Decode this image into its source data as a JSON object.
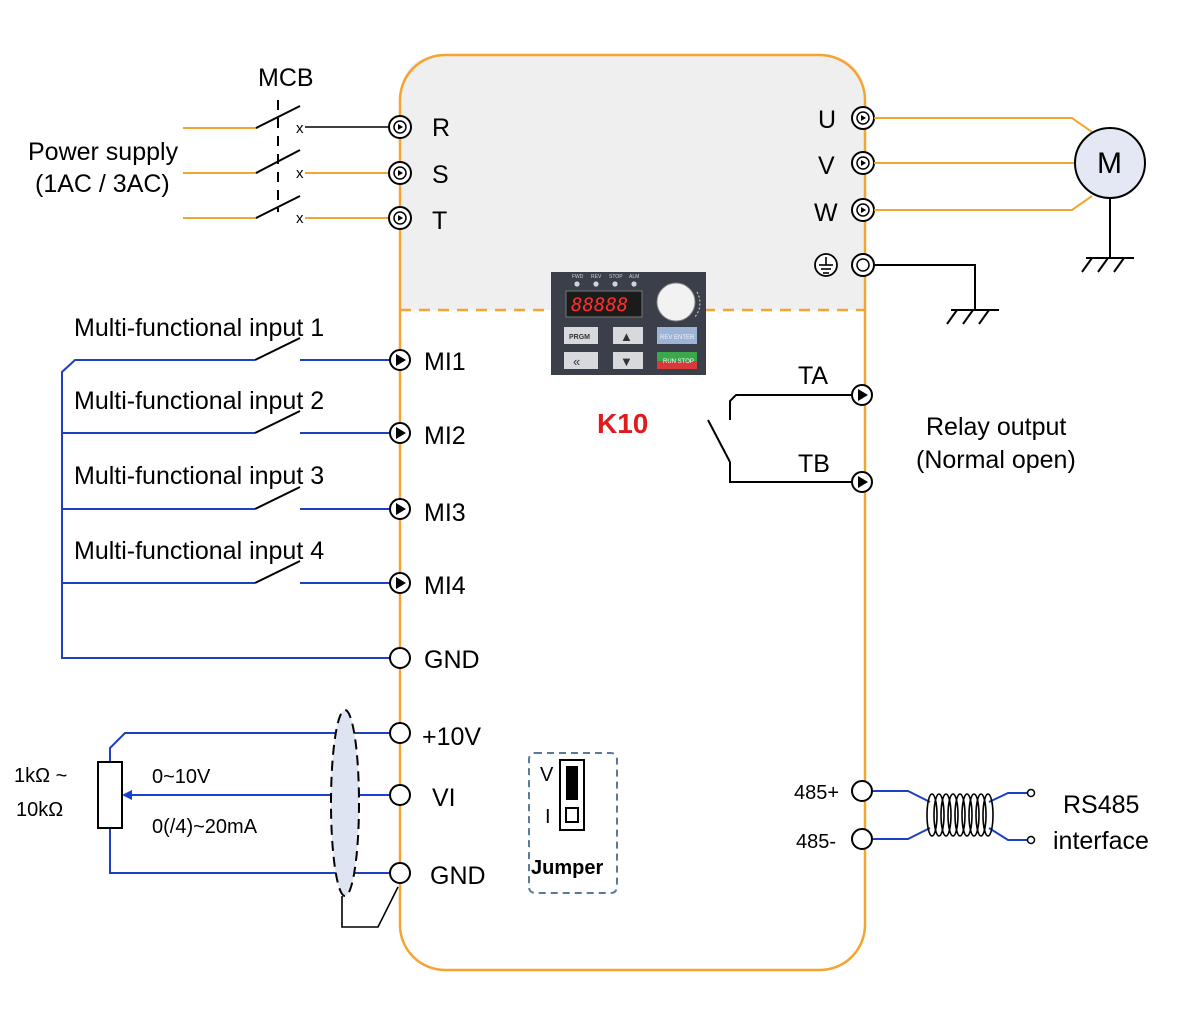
{
  "diagram": {
    "model": "K10",
    "mcb_label": "MCB",
    "power_supply": {
      "line1": "Power supply",
      "line2": "(1AC / 3AC)"
    },
    "input_terminals": [
      "R",
      "S",
      "T"
    ],
    "output_terminals": [
      "U",
      "V",
      "W"
    ],
    "motor_label": "M",
    "break_mark": "x",
    "multi_inputs": [
      {
        "label": "Multi-functional input 1",
        "terminal": "MI1"
      },
      {
        "label": "Multi-functional input 2",
        "terminal": "MI2"
      },
      {
        "label": "Multi-functional input 3",
        "terminal": "MI3"
      },
      {
        "label": "Multi-functional input 4",
        "terminal": "MI4"
      }
    ],
    "gnd_label": "GND",
    "analog": {
      "ref_terminal": "+10V",
      "input_terminal": "VI",
      "gnd_terminal": "GND",
      "pot_line1": "1kΩ ~",
      "pot_line2": "10kΩ",
      "range_voltage": "0~10V",
      "range_current": "0(/4)~20mA"
    },
    "jumper": {
      "title": "Jumper",
      "v": "V",
      "i": "I"
    },
    "relay": {
      "ta": "TA",
      "tb": "TB",
      "line1": "Relay output",
      "line2": "(Normal open)"
    },
    "rs485": {
      "plus": "485+",
      "minus": "485-",
      "line1": "RS485",
      "line2": "interface"
    },
    "keypad": {
      "leds": [
        "FWD",
        "REV",
        "STOP",
        "ALM"
      ],
      "display": "88888",
      "keys": [
        "PRGM",
        "▲",
        "REV ENTER",
        "«",
        "▼",
        "RUN STOP"
      ]
    },
    "colors": {
      "enclosure": "#f4a430",
      "power_wire": "#f4a430",
      "signal_wire": "#1f3fbf",
      "arrow": "#1a3fd6",
      "model_text": "#e11b1b",
      "top_fill": "#efefef",
      "shield_fill": "#dfe4f2",
      "jumper_border": "#5a7a9a",
      "keypad_bg": "#3a3f4a"
    }
  }
}
